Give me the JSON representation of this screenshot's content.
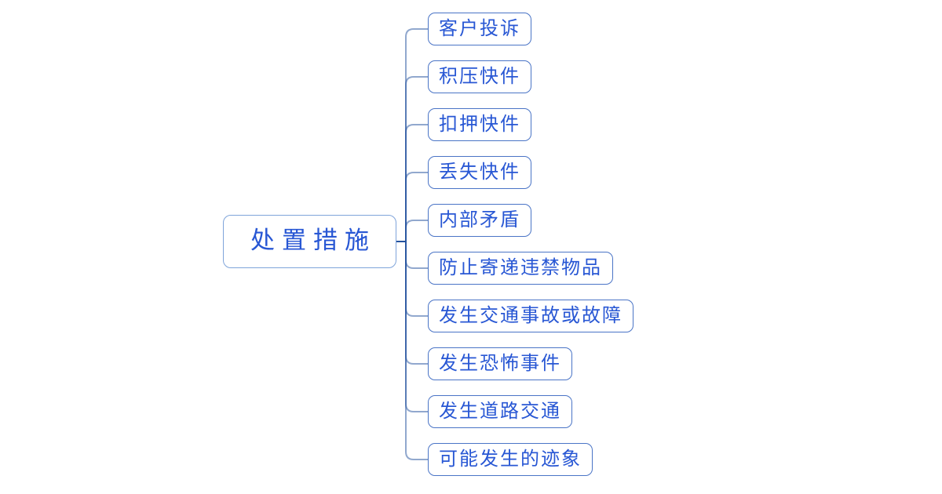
{
  "diagram": {
    "type": "mindmap",
    "root": {
      "label": "处置措施"
    },
    "children": [
      {
        "label": "客户投诉"
      },
      {
        "label": "积压快件"
      },
      {
        "label": "扣押快件"
      },
      {
        "label": "丢失快件"
      },
      {
        "label": "内部矛盾"
      },
      {
        "label": "防止寄递违禁物品"
      },
      {
        "label": "发生交通事故或故障"
      },
      {
        "label": "发生恐怖事件"
      },
      {
        "label": "发生道路交通"
      },
      {
        "label": "可能发生的迹象"
      }
    ],
    "colors": {
      "background": "#ffffff",
      "root_border": "#7fa4da",
      "child_border": "#4a74c6",
      "text": "#2857d4",
      "line": "#24529e"
    }
  }
}
